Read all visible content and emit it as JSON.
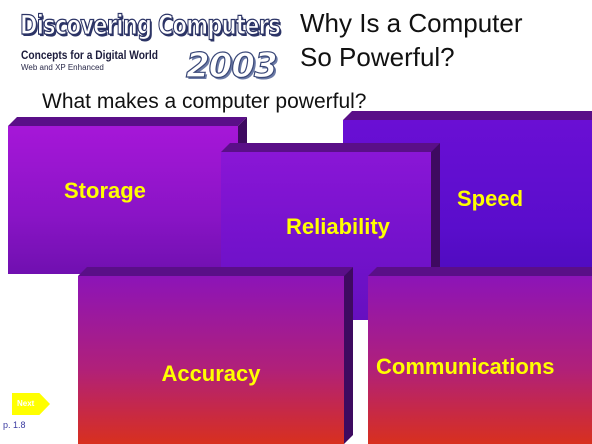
{
  "logo": {
    "brand": "Discovering Computers",
    "tagline": "Concepts for a Digital World",
    "subtag": "Web and XP Enhanced",
    "year": "2003"
  },
  "title": {
    "line1": "Why Is a Computer",
    "line2": "So Powerful?"
  },
  "subtitle": "What makes a computer powerful?",
  "boxes": {
    "storage": "Storage",
    "speed": "Speed",
    "reliability": "Reliability",
    "accuracy": "Accuracy",
    "communications": "Communications"
  },
  "nav": {
    "next_label": "Next",
    "page_ref": "p. 1.8"
  },
  "colors": {
    "box_text": "#ffff00",
    "next_arrow": "#ffff00"
  }
}
